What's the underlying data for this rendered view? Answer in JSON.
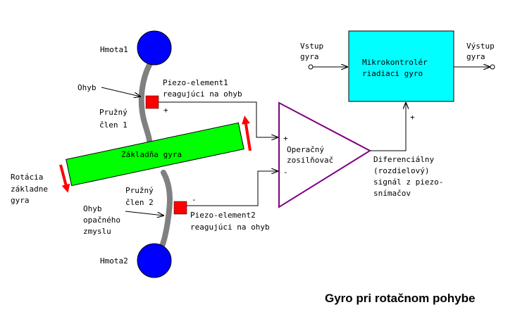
{
  "labels": {
    "mass1": "Hmota1",
    "mass2": "Hmota2",
    "bend_top": "Ohyb",
    "spring1_line1": "Pružný",
    "spring1_line2": "člen 1",
    "spring2_line1": "Pružný",
    "spring2_line2": "člen 2",
    "piezo1_line1": "Piezo-element1",
    "piezo1_line2": "reagujúci na ohyb",
    "piezo2_line1": "Piezo-element2",
    "piezo2_line2": "reagujúci na ohyb",
    "base": "Základňa gyra",
    "rotation_line1": "Rotácia",
    "rotation_line2": "základne",
    "rotation_line3": "gyra",
    "bend_opposite_line1": "Ohyb",
    "bend_opposite_line2": "opačného",
    "bend_opposite_line3": "zmyslu",
    "opamp_line1": "Operačný",
    "opamp_line2": "zosilňovač",
    "opamp_plus": "+",
    "opamp_minus": "-",
    "piezo1_sign": "+",
    "piezo2_sign": "-",
    "mcu_plus": "+",
    "diff_line1": "Diferenciálny",
    "diff_line2": "(rozdielový)",
    "diff_line3": "signál z piezo-",
    "diff_line4": "snímačov",
    "input_line1": "Vstup",
    "input_line2": "gyra",
    "output_line1": "Výstup",
    "output_line2": "gyra",
    "mcu_line1": "Mikrokontrolér",
    "mcu_line2": "riadiaci gyro"
  },
  "title": "Gyro pri rotačnom pohybe",
  "colors": {
    "mass": "#0000ff",
    "base": "#00ff00",
    "piezo": "#ff0000",
    "arrow": "#ff0000",
    "spring": "#808080",
    "opamp": "#800080",
    "mcu": "#00ffff"
  }
}
